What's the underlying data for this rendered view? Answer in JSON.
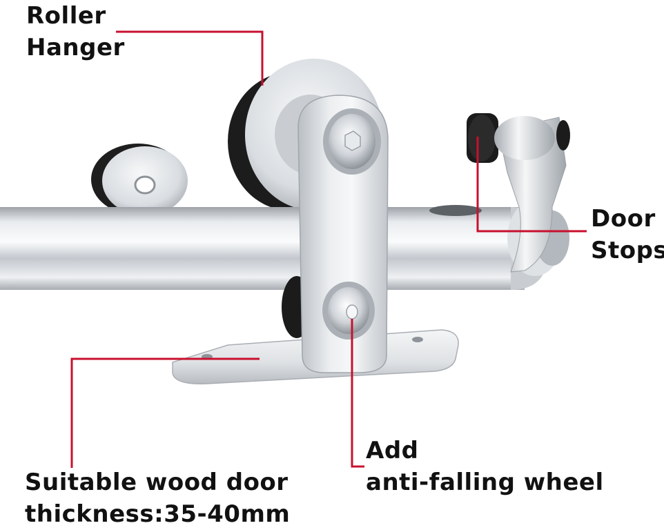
{
  "labels": {
    "roller_hanger": [
      "Roller",
      "Hanger"
    ],
    "door_stops": [
      "Door",
      "Stops"
    ],
    "anti_falling": [
      "Add",
      "anti-falling wheel"
    ],
    "thickness": [
      "Suitable wood door",
      "thickness:35-40mm"
    ]
  },
  "colors": {
    "callout_line": "#c8102e",
    "text": "#111111",
    "steel": "#d4d8dd",
    "rubber": "#1e1e1e"
  }
}
